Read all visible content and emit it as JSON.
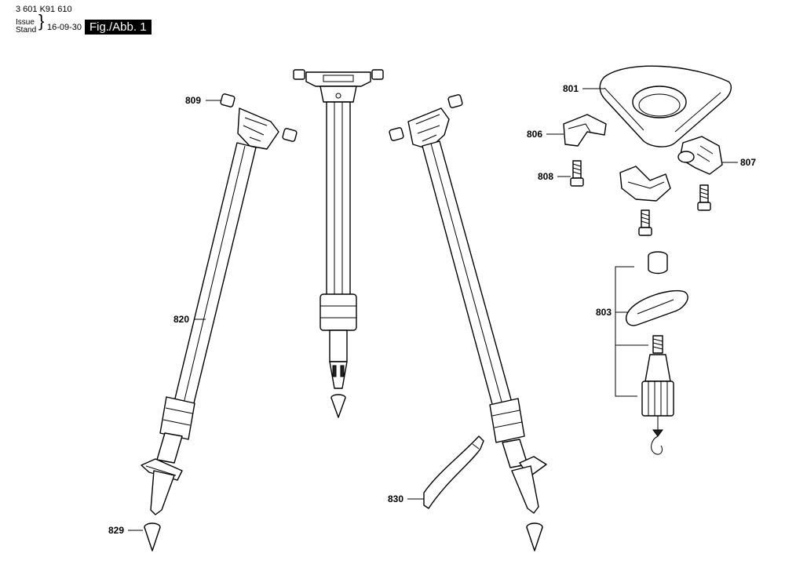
{
  "header": {
    "doc_number": "3 601 K91 610",
    "issue_label": "Issue",
    "stand_label": "Stand",
    "brace": "}",
    "date": "16-09-30",
    "figure_label": "Fig./Abb. 1"
  },
  "labels": {
    "p801": "801",
    "p803": "803",
    "p806": "806",
    "p807": "807",
    "p808": "808",
    "p809": "809",
    "p820": "820",
    "p829": "829",
    "p830": "830"
  }
}
